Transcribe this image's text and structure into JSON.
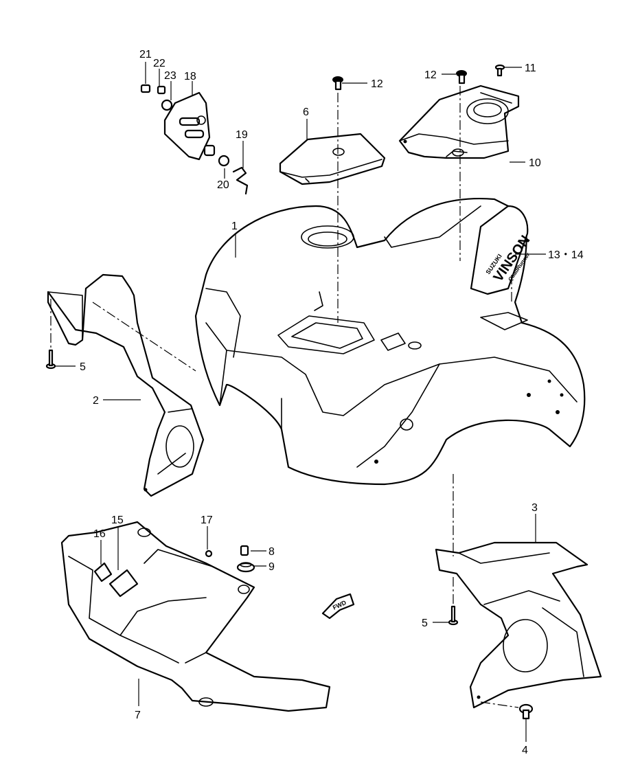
{
  "diagram": {
    "callouts": {
      "p1": "1",
      "p2": "2",
      "p3": "3",
      "p4": "4",
      "p5a": "5",
      "p5b": "5",
      "p6": "6",
      "p7": "7",
      "p8": "8",
      "p9": "9",
      "p10": "10",
      "p11": "11",
      "p12a": "12",
      "p12b": "12",
      "p13_14": "13・14",
      "p15": "15",
      "p16": "16",
      "p17": "17",
      "p18": "18",
      "p19": "19",
      "p20": "20",
      "p21": "21",
      "p22": "22",
      "p23": "23"
    },
    "decal": {
      "brand": "SUZUKI",
      "model": "VINSON",
      "sub": "QuadRunner"
    },
    "direction_label": "FWD"
  }
}
